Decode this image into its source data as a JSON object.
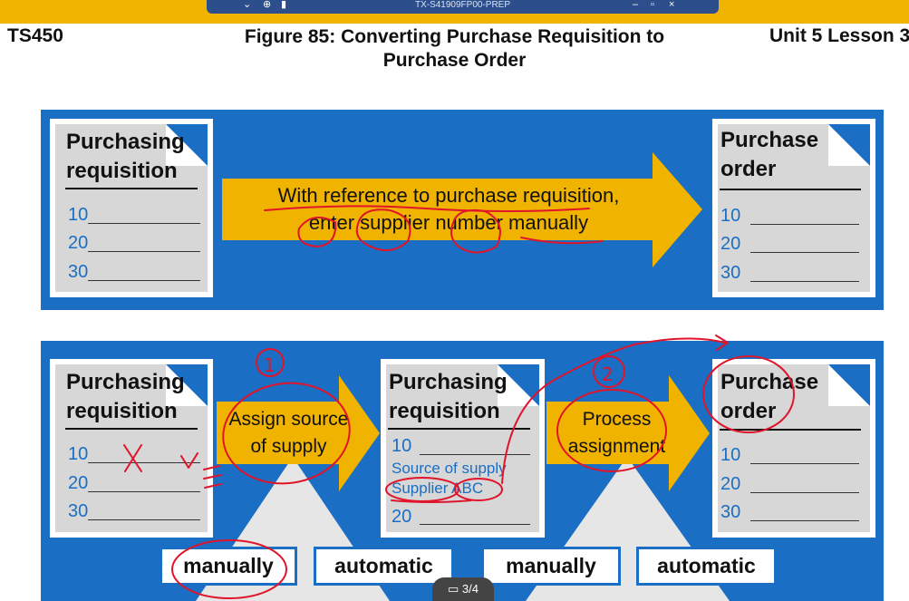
{
  "window": {
    "title": "TX-S41909FP00-PREP"
  },
  "header": {
    "course": "TS450",
    "figure_title_line1": "Figure 85: Converting Purchase Requisition to",
    "figure_title_line2": "Purchase Order",
    "unit": "Unit 5 Lesson 3"
  },
  "panel1": {
    "source_doc": {
      "title_line1": "Purchasing",
      "title_line2": "requisition",
      "items": [
        "10",
        "20",
        "30"
      ]
    },
    "arrow": {
      "line1": "With reference to purchase requisition,",
      "line2": "enter supplier number manually"
    },
    "target_doc": {
      "title_line1": "Purchase",
      "title_line2": "order",
      "items": [
        "10",
        "20",
        "30"
      ]
    }
  },
  "panel2": {
    "source_doc": {
      "title_line1": "Purchasing",
      "title_line2": "requisition",
      "items": [
        "10",
        "20",
        "30"
      ]
    },
    "arrow1": {
      "line1": "Assign source",
      "line2": "of supply"
    },
    "middle_doc": {
      "title_line1": "Purchasing",
      "title_line2": "requisition",
      "item_first": "10",
      "source_label": "Source of supply",
      "supplier": "Supplier ABC",
      "item_second": "20"
    },
    "arrow2": {
      "line1": "Process",
      "line2": "assignment"
    },
    "target_doc": {
      "title_line1": "Purchase",
      "title_line2": "order",
      "items": [
        "10",
        "20",
        "30"
      ]
    },
    "options": [
      "manually",
      "automatic",
      "manually",
      "automatic"
    ]
  },
  "annotations": {
    "marker1": "1",
    "marker2": "2",
    "cross": "X",
    "check": "v"
  },
  "pager": {
    "label": "3/4"
  },
  "colors": {
    "brand_blue": "#1a6ec4",
    "arrow_gold": "#f0b400",
    "paper_grey": "#d7d7d7",
    "pen_red": "#e0142a"
  }
}
